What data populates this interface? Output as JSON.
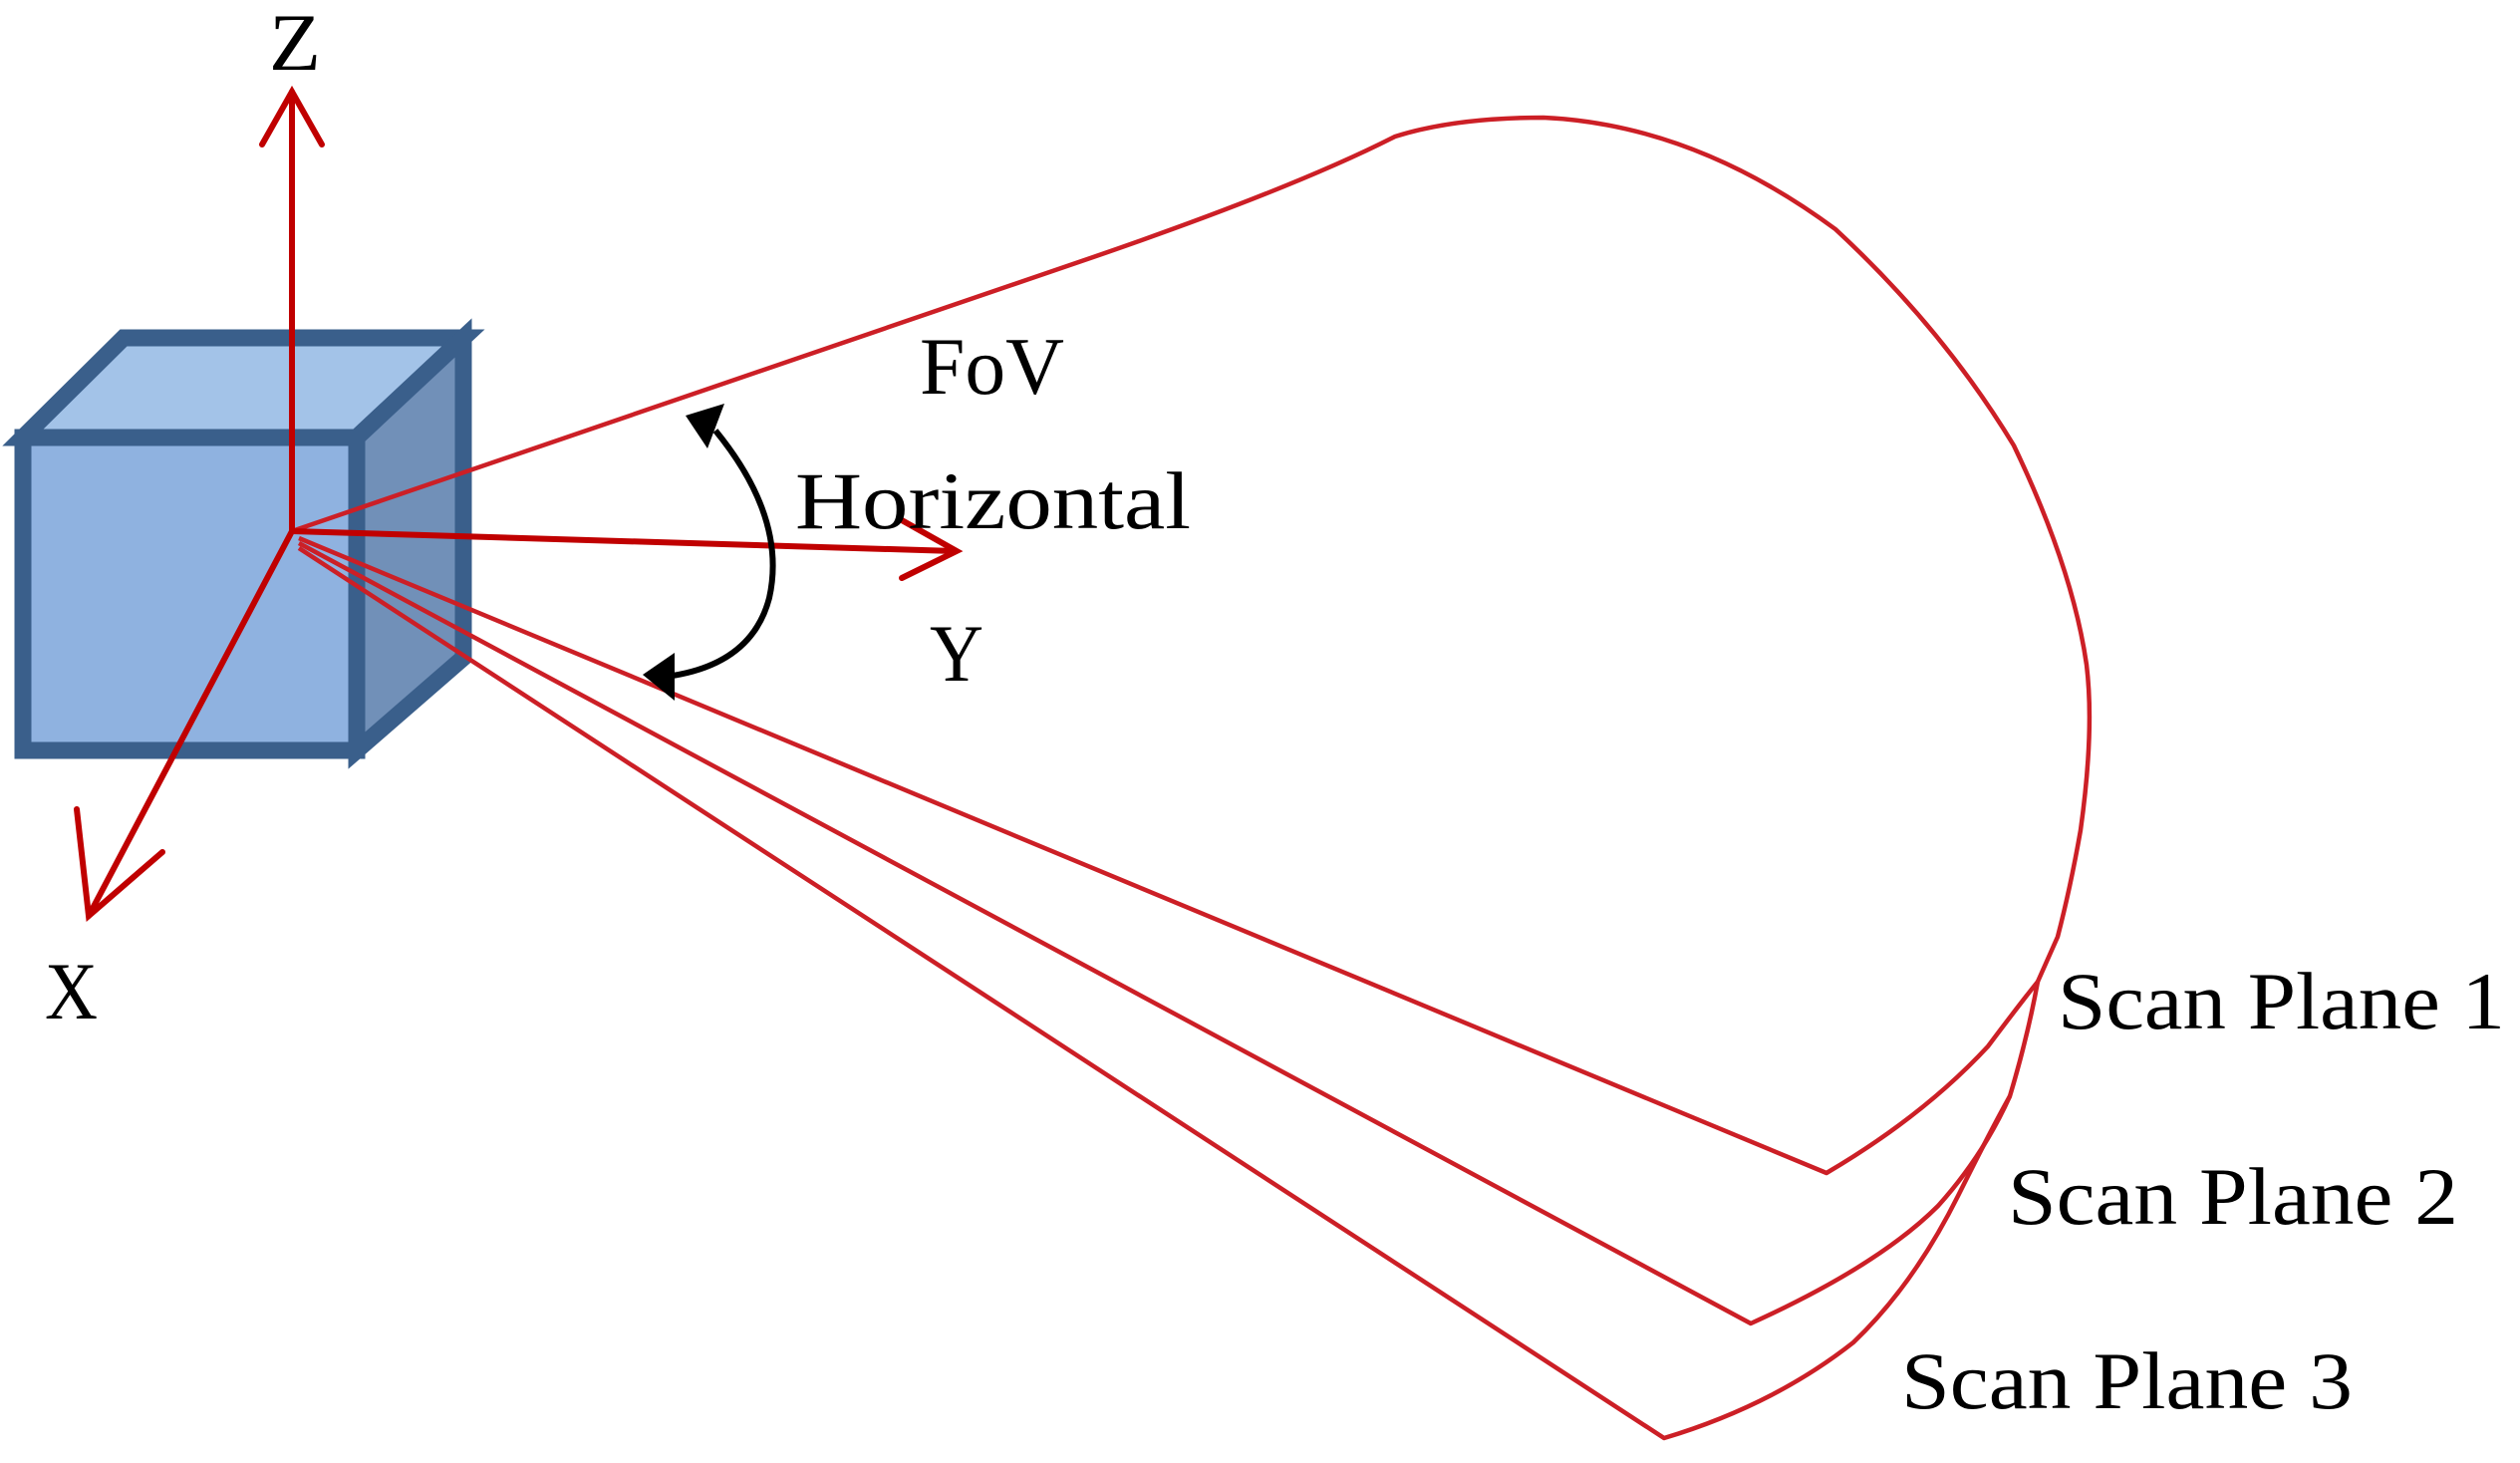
{
  "diagram": {
    "title": "Sensor horizontal field of view with three scan planes",
    "colors": {
      "axis_red": "#c00000",
      "fov_red": "#cc1f26",
      "arrow_black": "#000000",
      "box_border": "#3a5f8b",
      "box_front": "#8fb2e0",
      "box_top": "#a3c3e8",
      "box_side": "#7190b8"
    },
    "axes": {
      "z_label": "Z",
      "x_label": "X",
      "y_label": "Y"
    },
    "fov": {
      "label_line1": "FoV",
      "label_line2": "Horizontal"
    },
    "scan_planes": [
      {
        "label": "Scan Plane 1"
      },
      {
        "label": "Scan Plane 2"
      },
      {
        "label": "Scan Plane 3"
      }
    ]
  }
}
